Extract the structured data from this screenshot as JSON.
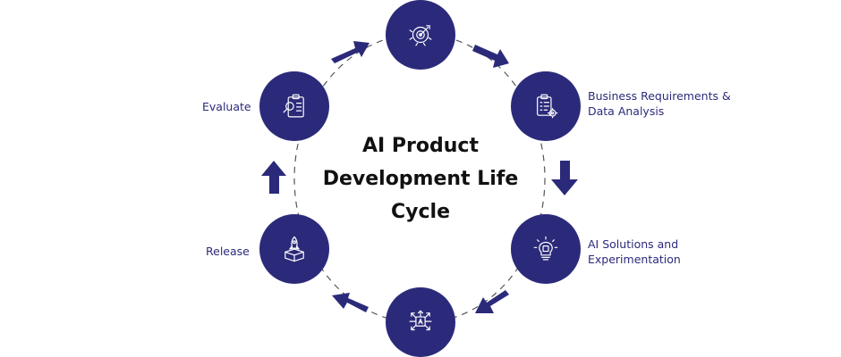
{
  "diagram": {
    "title_lines": [
      "AI Product",
      "Development Life",
      "Cycle"
    ],
    "stages": [
      {
        "key": "top",
        "label": [],
        "icon": "target-gears-icon"
      },
      {
        "key": "business",
        "label": [
          "Business Requirements &",
          "Data Analysis"
        ],
        "icon": "clipboard-gear-icon"
      },
      {
        "key": "ai-solutions",
        "label": [
          "AI Solutions and",
          "Experimentation"
        ],
        "icon": "lightbulb-chip-icon"
      },
      {
        "key": "bottom",
        "label": [],
        "icon": "ai-network-icon"
      },
      {
        "key": "release",
        "label": [
          "Release"
        ],
        "icon": "rocket-box-icon"
      },
      {
        "key": "evaluate",
        "label": [
          "Evaluate"
        ],
        "icon": "clipboard-magnifier-icon"
      }
    ],
    "colors": {
      "node": "#2b2a7a",
      "arrow": "#2b2a7a",
      "dash": "#555555",
      "title": "#111111"
    }
  }
}
